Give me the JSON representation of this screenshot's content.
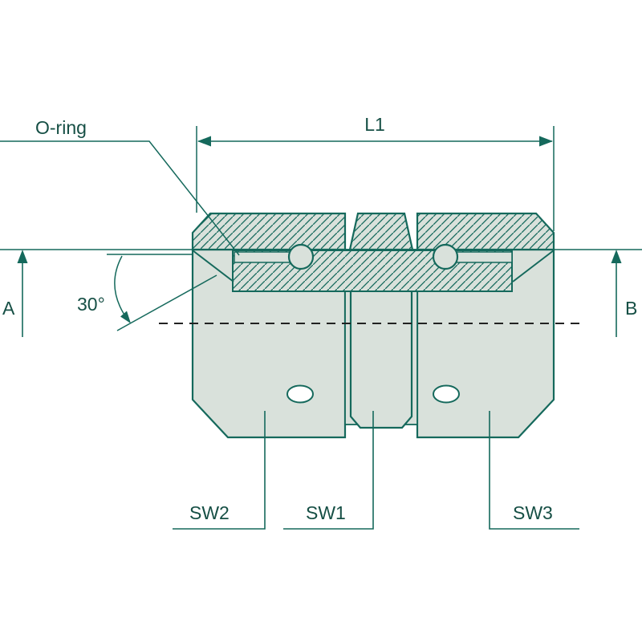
{
  "labels": {
    "o_ring": "O-ring",
    "length_dim": "L1",
    "port_a": "A",
    "port_b": "B",
    "cone_angle": "30°",
    "wrench_center": "SW1",
    "wrench_left": "SW2",
    "wrench_right": "SW3"
  },
  "colors": {
    "line": "#15695c",
    "body_fill": "#d9e1db",
    "hatch_line": "#15695c",
    "centerline": "#222222",
    "text": "#164f45",
    "background": "#ffffff"
  }
}
